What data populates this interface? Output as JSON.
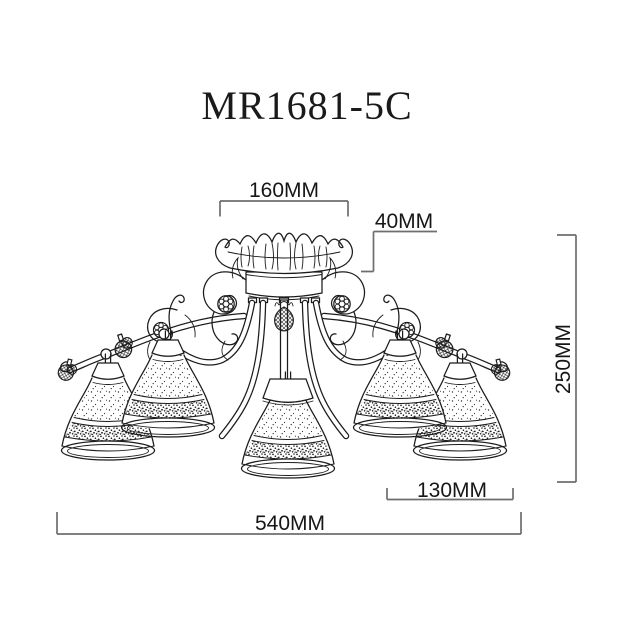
{
  "title": "MR1681-5C",
  "diagram": {
    "type": "technical-line-drawing",
    "subject": "5-light ceiling chandelier with bell glass shades",
    "shade_count": 5,
    "dimensions": {
      "canopy_width": "160MM",
      "canopy_height": "40MM",
      "fixture_height": "250MM",
      "shade_diameter": "130MM",
      "fixture_width": "540MM"
    },
    "colors": {
      "line": "#1c1c1c",
      "dimension_line": "#6e6e6e",
      "background": "#ffffff"
    }
  }
}
